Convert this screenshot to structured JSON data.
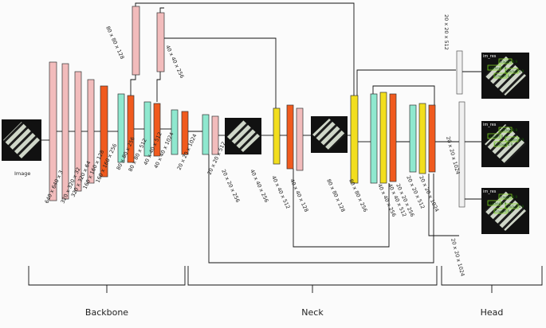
{
  "input": {
    "label": "Image"
  },
  "backbone_dims": [
    "640 x 640 x 3",
    "320 x 320 x 32",
    "320 x 320 x 64",
    "160 x 160 x 128",
    "160 x 160 x 256",
    "80 x 80 x 256",
    "80 x 80 x 512",
    "40 x 40 x 512",
    "40 x 40 x 1024",
    "20 x 20 x 1024",
    "20 x 20 x 512"
  ],
  "skip_dims": [
    "80 x 80 x 128",
    "40 x 40 x 256"
  ],
  "neck_dims": [
    "20 x 20 x 256",
    "40 x 40 x 256",
    "40 x 40 x 512",
    "40 x 40 x 128",
    "80 x 80 x 128",
    "80 x 80 x 256",
    "40 x 40 x 256",
    "40 x 40 x 512",
    "20 x 20 x 256",
    "20 x 20 x 512",
    "20 x 20 x 1024"
  ],
  "head_dims": [
    "20 x 20 x 512",
    "20 x 20 x 1024",
    "20 x 20 x 1024"
  ],
  "sections": {
    "backbone": "Backbone",
    "neck": "Neck",
    "head": "Head"
  },
  "head_output_label": "im_res",
  "detection_tags": [
    "Cracker 0.9",
    "Cracker 0.9",
    "Cracker 0.9",
    "Cracker 0.9"
  ],
  "colors": {
    "pink": "#f2bcbc",
    "orange": "#f05a1e",
    "teal": "#8fe8cf",
    "yellow": "#f2de1e",
    "grey": "#f0f0f0",
    "detect": "#7ed321"
  }
}
